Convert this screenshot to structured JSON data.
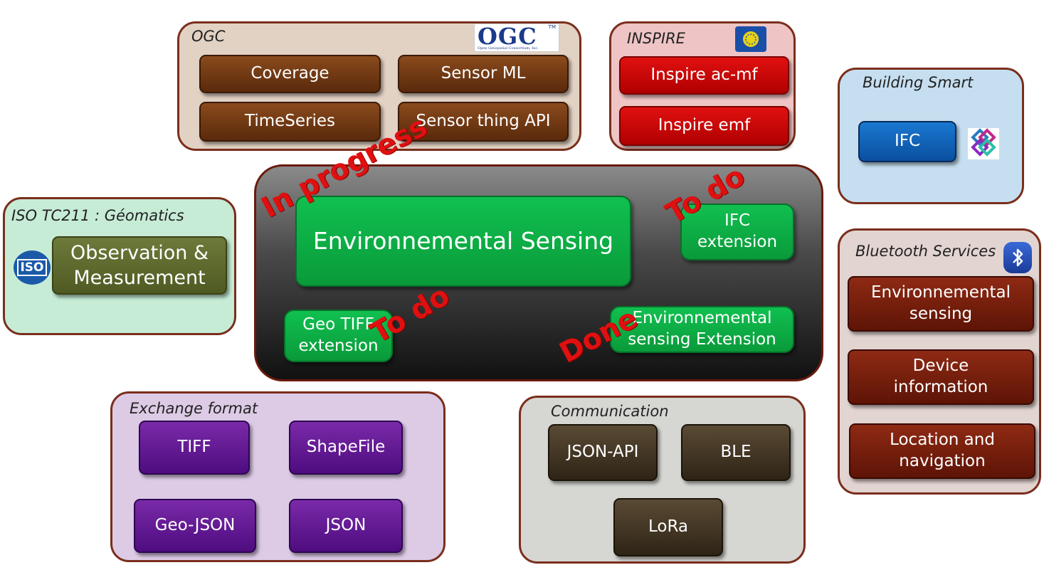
{
  "ogc": {
    "title": "OGC",
    "logo_text": "OGC",
    "logo_tm": "TM",
    "logo_subtitle": "Open Geospatial Consortium, Inc.",
    "items": [
      "Coverage",
      "Sensor ML",
      "TimeSeries",
      "Sensor thing API"
    ]
  },
  "inspire": {
    "title": "INSPIRE",
    "logo_icon": "eu-inspire-logo-icon",
    "items": [
      "Inspire ac-mf",
      "Inspire emf"
    ]
  },
  "building_smart": {
    "title": "Building Smart",
    "logo_icon": "buildingsmart-logo-icon",
    "items": [
      "IFC"
    ]
  },
  "iso": {
    "title": "ISO TC211 : Géomatics",
    "logo_text": "ISO",
    "items": [
      "Observation & Measurement"
    ]
  },
  "central": {
    "main": "Environnemental Sensing",
    "ifc_ext": "IFC extension",
    "geotiff_ext": "Geo TIFF extension",
    "env_ext": "Environnemental sensing Extension",
    "status_in_progress": "In progress",
    "status_todo_1": "To do",
    "status_todo_2": "To do",
    "status_done": "Done"
  },
  "bluetooth": {
    "title": "Bluetooth Services",
    "logo_icon": "bluetooth-icon",
    "items": [
      "Environnemental sensing",
      "Device information",
      "Location and navigation"
    ]
  },
  "exchange": {
    "title": "Exchange format",
    "items": [
      "TIFF",
      "ShapeFile",
      "Geo-JSON",
      "JSON"
    ]
  },
  "communication": {
    "title": "Communication",
    "items": [
      "JSON-API",
      "BLE",
      "LoRa"
    ]
  },
  "colors": {
    "ogc_bg": "#e2d2c4",
    "inspire_bg": "#efc4c4",
    "building_bg": "#c6dff0",
    "iso_bg": "#c6ecd6",
    "bluetooth_bg": "#e2d4d0",
    "exchange_bg": "#ddcbe6",
    "communication_bg": "#d6d6d2",
    "status_red": "#e01010"
  }
}
